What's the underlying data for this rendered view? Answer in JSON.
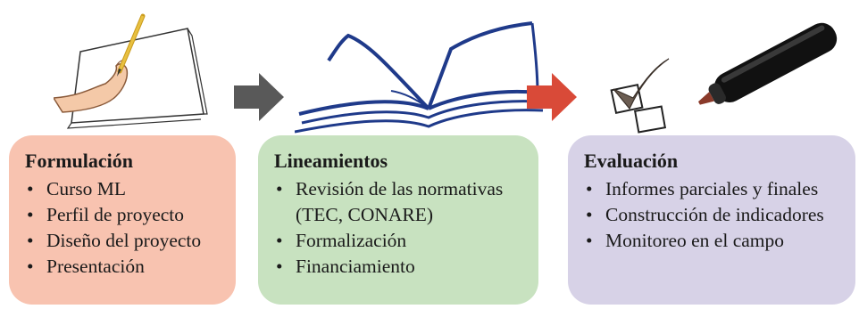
{
  "steps": [
    {
      "title": "Formulación",
      "color": "#f8c3b0",
      "icon": "hand-writing-icon",
      "items": [
        "Curso ML",
        "Perfil de proyecto",
        "Diseño del proyecto",
        "Presentación"
      ]
    },
    {
      "title": "Lineamientos",
      "color": "#c8e2c0",
      "icon": "open-book-icon",
      "items": [
        "Revisión de las normativas",
        "(TEC, CONARE)",
        "Formalización",
        "Financiamiento"
      ]
    },
    {
      "title": "Evaluación",
      "color": "#d7d2e7",
      "icon": "checkbox-marker-icon",
      "items": [
        "Informes parciales y finales",
        "Construcción de indicadores",
        "Monitoreo en el campo"
      ]
    }
  ],
  "arrows": [
    {
      "color": "#595959",
      "icon": "arrow-right-icon"
    },
    {
      "color": "#d94a38",
      "icon": "arrow-right-icon"
    }
  ]
}
